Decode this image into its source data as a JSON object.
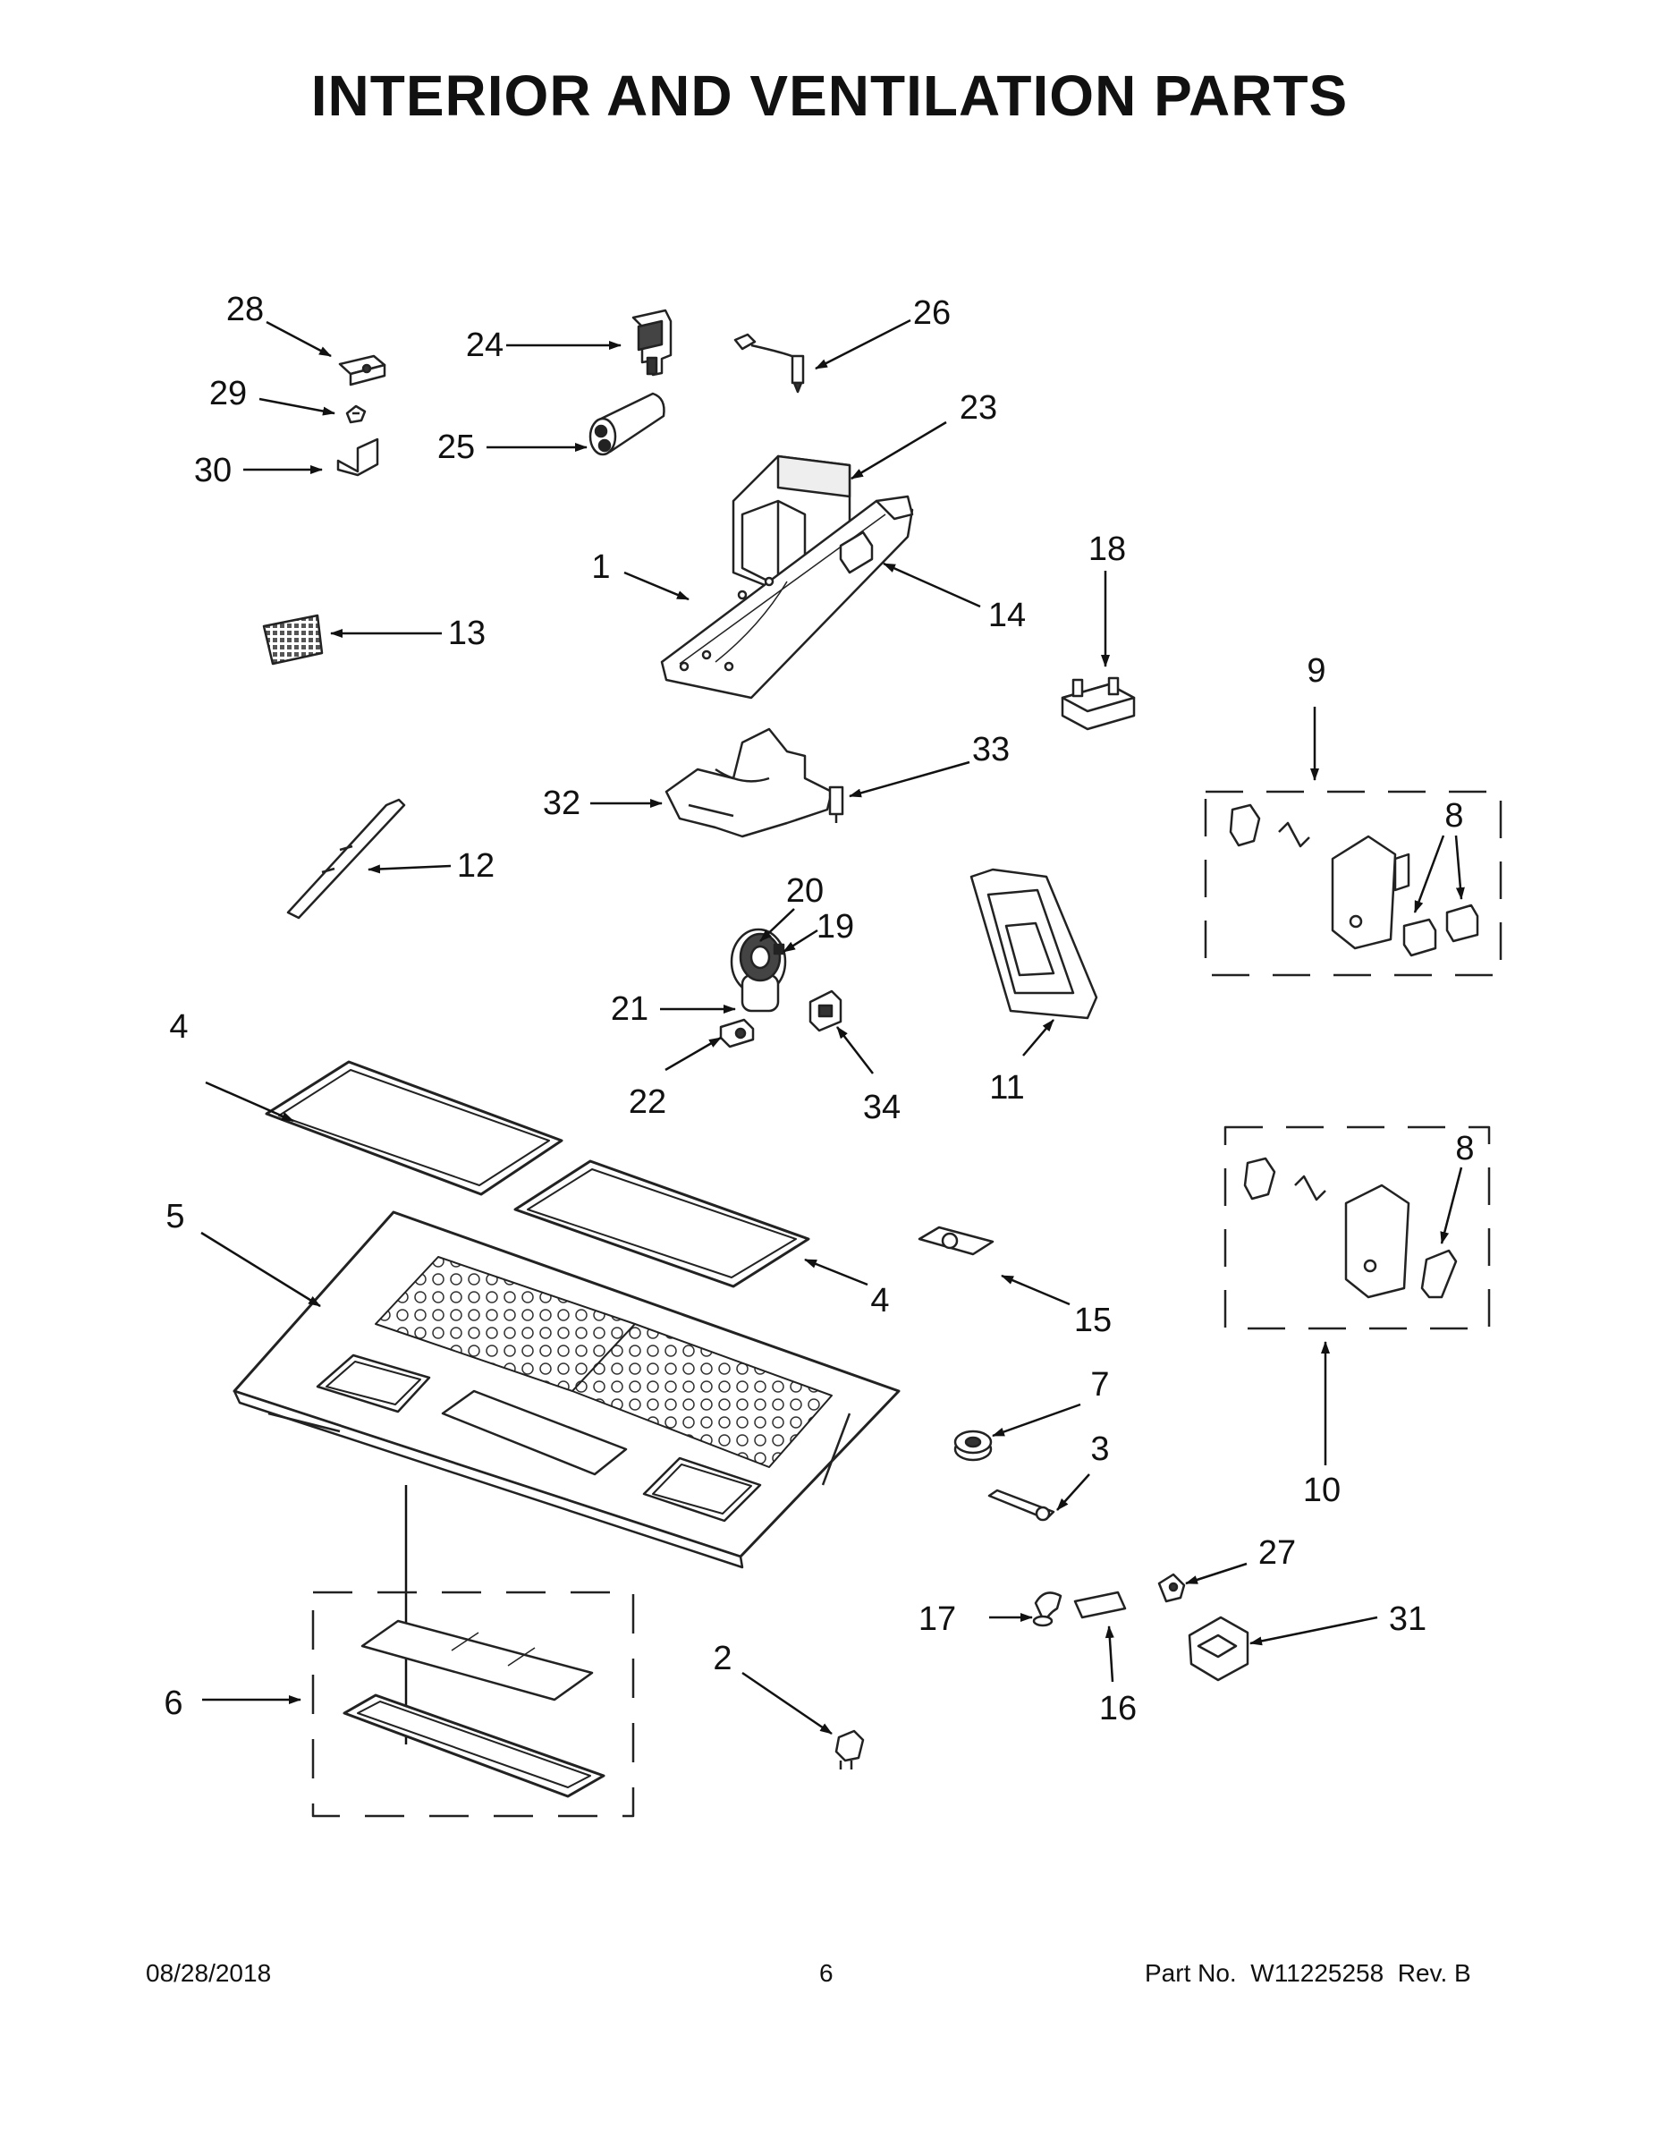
{
  "page": {
    "title": "INTERIOR AND VENTILATION PARTS"
  },
  "callouts": {
    "c1": "1",
    "c2": "2",
    "c3": "3",
    "c4a": "4",
    "c4b": "4",
    "c5": "5",
    "c6": "6",
    "c7": "7",
    "c8a": "8",
    "c8b": "8",
    "c9": "9",
    "c10": "10",
    "c11": "11",
    "c12": "12",
    "c13": "13",
    "c14": "14",
    "c15": "15",
    "c16": "16",
    "c17": "17",
    "c18": "18",
    "c19": "19",
    "c20": "20",
    "c21": "21",
    "c22": "22",
    "c23": "23",
    "c24": "24",
    "c25": "25",
    "c26": "26",
    "c27": "27",
    "c28": "28",
    "c29": "29",
    "c30": "30",
    "c31": "31",
    "c32": "32",
    "c33": "33",
    "c34": "34"
  },
  "footer": {
    "date": "08/28/2018",
    "page_number": "6",
    "part_label": "Part No.",
    "part_number": "W11225258",
    "revision": "Rev. B"
  }
}
